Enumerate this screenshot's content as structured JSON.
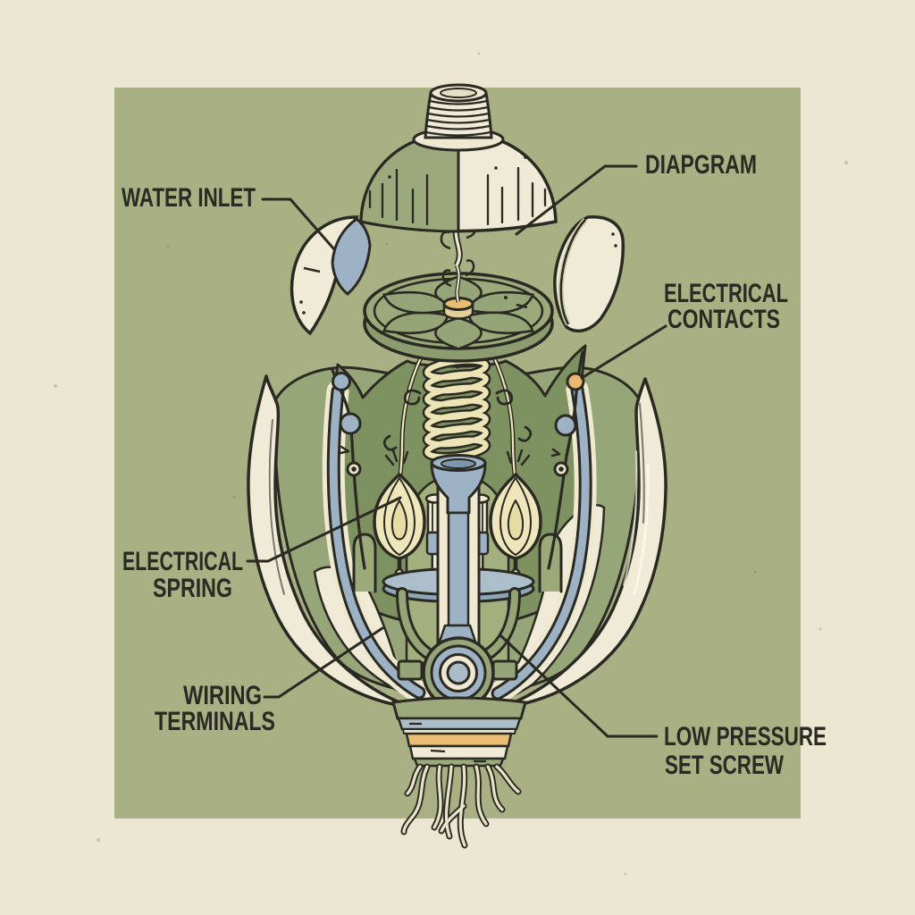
{
  "diagram": {
    "subject": "exploded-view pressure switch illustrated as an art-nouveau tulip flower",
    "labels": {
      "water_inlet": {
        "line1": "WATER INLET"
      },
      "diaphragm": {
        "line1": "DIAPGRAM"
      },
      "electrical_contacts": {
        "line1": "ELECTRICAL",
        "line2": "CONTACTS"
      },
      "electrical_spring": {
        "line1": "ELECTRICAL",
        "line2": "SPRING"
      },
      "wiring_terminals": {
        "line1": "WIRING",
        "line2": "TERMINALS"
      },
      "low_pressure_set_screw": {
        "line1": "LOW PRESSURE",
        "line2": "SET SCREW"
      }
    },
    "colors": {
      "paper": "#ECE7D2",
      "panel": "#A8B084",
      "outline": "#2A2A22",
      "cream": "#F0EBD6",
      "green_mid": "#97A678",
      "green_dark": "#7E9161",
      "green_light": "#A3B07E",
      "blue": "#9DB2C4",
      "blue_gray": "#ACBEC9",
      "pale_yellow": "#EFE6BC",
      "orange": "#EABE72"
    }
  }
}
